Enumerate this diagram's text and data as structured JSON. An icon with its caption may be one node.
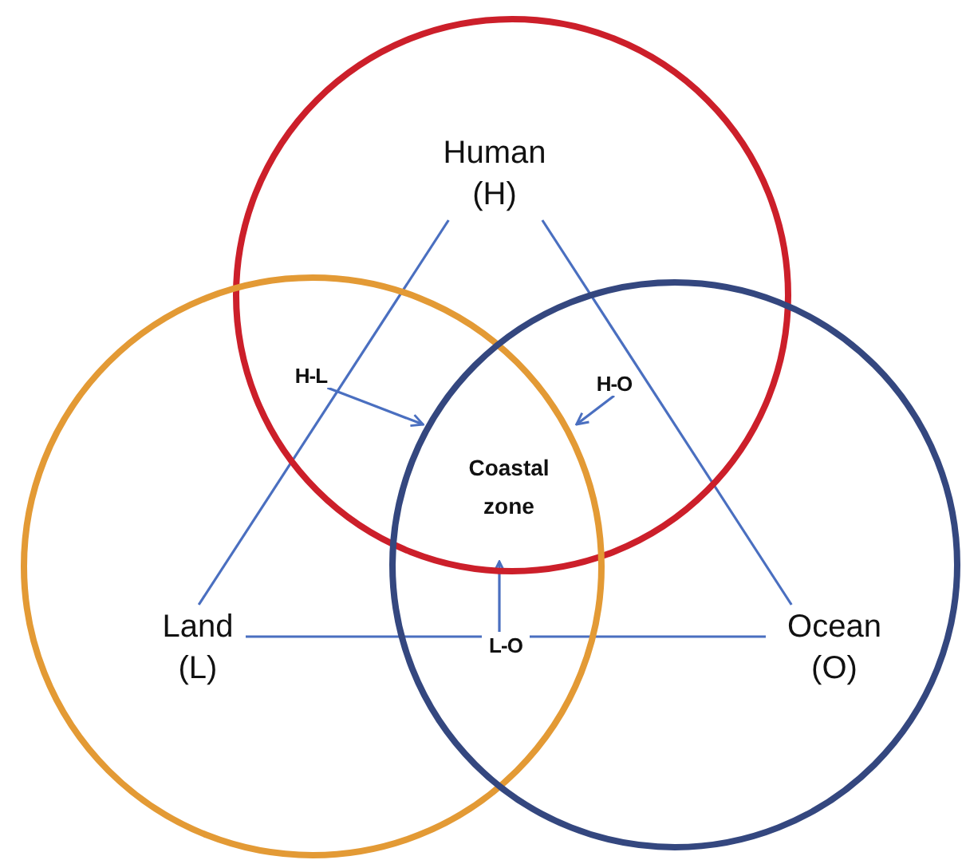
{
  "diagram": {
    "nodes": [
      {
        "text": [],
        "shape": "circle"
      },
      {
        "text": [
          "Human (H)"
        ],
        "in": 0
      },
      {
        "text": [],
        "shape": "circle"
      },
      {
        "text": [
          "Land (L)"
        ],
        "in": 2
      },
      {
        "text": [],
        "shape": "circle"
      },
      {
        "text": [
          "Ocean (O)"
        ],
        "in": 4
      },
      {
        "text": [
          "H-L"
        ]
      },
      {
        "text": [
          "H-O"
        ]
      },
      {
        "text": [
          "Coastal zone"
        ]
      },
      {
        "text": [
          "L-O"
        ]
      }
    ],
    "edges": [
      {
        "from": 1,
        "to": 3,
        "arrow": "none"
      },
      {
        "from": 1,
        "to": 5,
        "arrow": "none"
      },
      {
        "from": 3,
        "to": 5,
        "arrow": "none"
      },
      {
        "from": 6,
        "to": 8,
        "arrow": "to"
      },
      {
        "from": 7,
        "to": 8,
        "arrow": "to"
      },
      {
        "from": 9,
        "to": 8,
        "arrow": "to"
      }
    ]
  }
}
